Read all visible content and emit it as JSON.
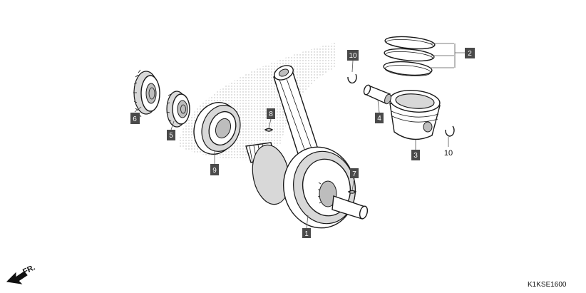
{
  "callouts": {
    "c1": "1",
    "c2": "2",
    "c3": "3",
    "c4": "4",
    "c5": "5",
    "c6": "6",
    "c7": "7",
    "c8": "8",
    "c9": "9",
    "c10a": "10",
    "c10b": "10"
  },
  "front_indicator": "FR.",
  "diagram_code": "K1KSE1600"
}
